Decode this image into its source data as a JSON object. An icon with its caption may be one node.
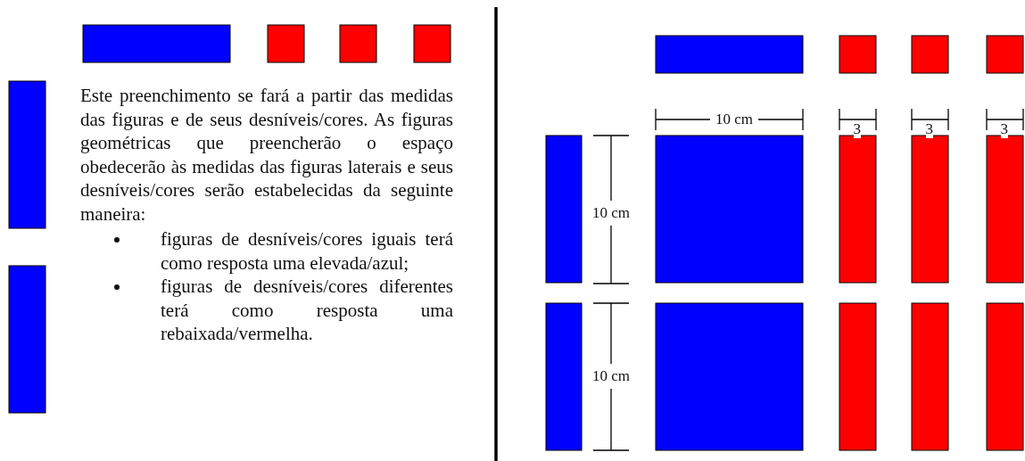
{
  "diagram": {
    "labels": [
      "Este preenchimento se fará a partir das medidas das figuras e de seus desníveis/cores. As figuras geométricas que preencherão o espaço obedecerão às medidas das figuras laterais e seus desníveis/cores serão estabelecidas da seguinte maneira:",
      "figuras de desníveis/cores iguais terá como resposta uma elevada/azul;",
      "figuras de desníveis/cores diferentes terá como resposta uma rebaixada/vermelha.",
      "10 cm",
      "3",
      "3",
      "3",
      "10 cm",
      "10 cm"
    ]
  }
}
